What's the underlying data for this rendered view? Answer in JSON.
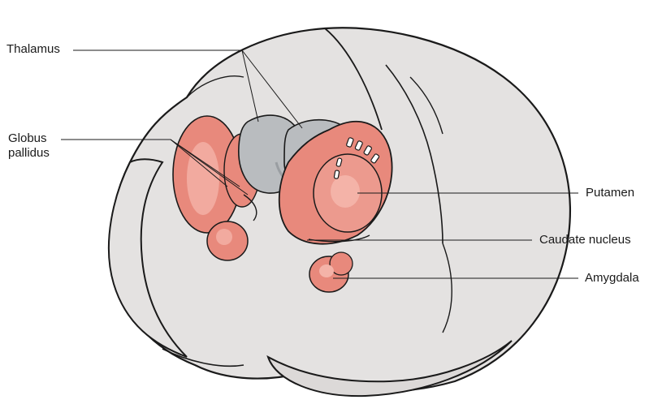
{
  "labels": {
    "thalamus": "Thalamus",
    "globus_line1": "Globus",
    "globus_line2": "pallidus",
    "putamen": "Putamen",
    "caudate": "Caudate nucleus",
    "amygdala": "Amygdala"
  },
  "colors": {
    "brain_fill": "#e4e2e1",
    "brain_stroke": "#1a1a1a",
    "nuclei_fill": "#e8897c",
    "nuclei_highlight": "#f4b3a8",
    "nuclei_shadow": "#c9665a",
    "thalamus_fill": "#b9bcbf",
    "thalamus_shadow": "#9a9ea2",
    "leader_line": "#1a1a1a"
  }
}
